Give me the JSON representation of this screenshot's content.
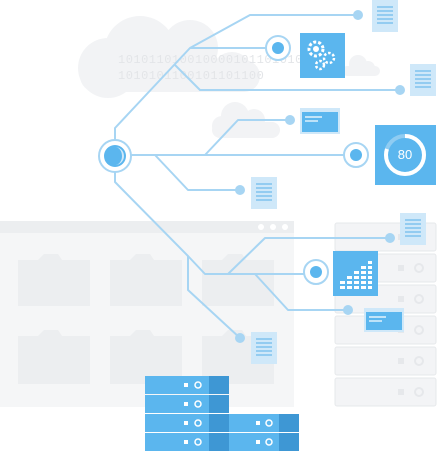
{
  "gauge": {
    "value_label": "80",
    "level_percent": 80
  },
  "binary_text": {
    "line1": "101011010010000101101010",
    "line2": "1010101100101101100"
  },
  "colors": {
    "line": "#a7d5f3",
    "accent": "#5bb6ee",
    "accent_dark": "#3e97d4",
    "ghost": "#f2f3f5",
    "ghost_border": "#e6e8eb",
    "doc": "#cfe8f9",
    "doc_lines": "#7fc3ee"
  },
  "icons": {
    "hub": "hub-node-icon",
    "settings": "gears-icon",
    "gauge": "gauge-icon",
    "stats": "bar-chart-icon",
    "document": "document-icon",
    "browser": "browser-window-icon",
    "folder": "folder-icon",
    "server": "server-icon",
    "cloud": "cloud-icon"
  }
}
